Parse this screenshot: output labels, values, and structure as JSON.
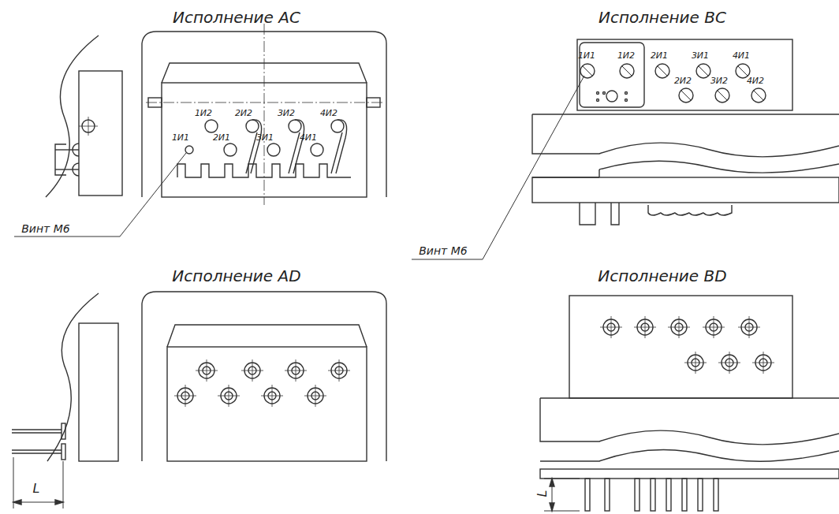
{
  "diagram": {
    "labels": [
      "Исполнение AC",
      "Исполнение BC",
      "Исполнение AD",
      "Исполнение BD",
      "Винт М6",
      "1И2",
      "2И2",
      "3И2",
      "4И2",
      "1И1",
      "2И1",
      "3И1",
      "4И1",
      "1И1",
      "1И2",
      "2И1",
      "3И1",
      "4И1",
      "2И2",
      "3И2",
      "4И2",
      "Винт М6",
      "L",
      "L"
    ]
  }
}
